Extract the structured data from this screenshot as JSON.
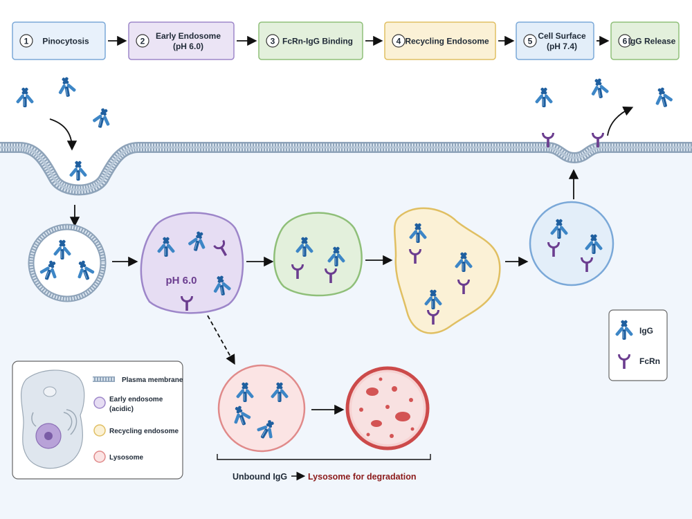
{
  "steps": [
    {
      "number": "1",
      "label": "Pinocytosis",
      "sublabel": "",
      "fill": "#e8f1fb",
      "stroke": "#7aa8d8"
    },
    {
      "number": "2",
      "label": "Early Endosome",
      "sublabel": "(pH 6.0)",
      "fill": "#ebe4f5",
      "stroke": "#9d86c9"
    },
    {
      "number": "3",
      "label": "FcRn-IgG Binding",
      "sublabel": "",
      "fill": "#e3f0dc",
      "stroke": "#8fbf79"
    },
    {
      "number": "4",
      "label": "Recycling Endosome",
      "sublabel": "",
      "fill": "#fbf1d6",
      "stroke": "#e0bf62"
    },
    {
      "number": "5",
      "label": "Cell Surface",
      "sublabel": "(pH 7.4)",
      "fill": "#e3eef9",
      "stroke": "#7aa8d8"
    },
    {
      "number": "6",
      "label": "IgG Release",
      "sublabel": "",
      "fill": "#e3f0dc",
      "stroke": "#8fbf79"
    }
  ],
  "early_endosome_ph": "pH 6.0",
  "legend_molecules": {
    "igg": "IgG",
    "fcrn": "FcRn"
  },
  "legend_compartments": {
    "plasma_membrane": "Plasma membrane",
    "early_endosome_line1": "Early endosome",
    "early_endosome_line2": "(acidic)",
    "recycling_endosome": "Recycling endosome",
    "lysosome": "Lysosome"
  },
  "degradation_caption": {
    "part1": "Unbound IgG",
    "part2": "Lysosome for degradation"
  },
  "colors": {
    "igg": "#1f5f9f",
    "igg_light": "#3d86c6",
    "fcrn": "#6b3d8f",
    "cytoplasm": "#f1f6fc",
    "membrane": "#9fb3c8",
    "degradation_text": "#8b1a1a"
  },
  "icons": [
    "igg-antibody-icon",
    "fcrn-receptor-icon",
    "arrow-icon",
    "cell-icon"
  ]
}
